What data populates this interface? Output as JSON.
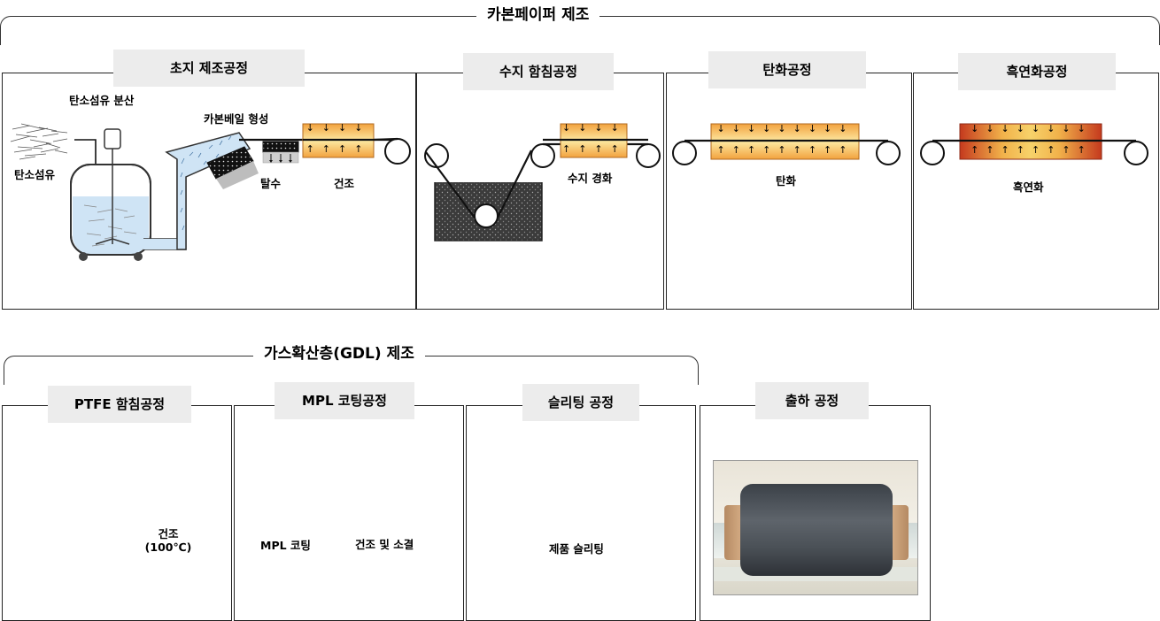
{
  "sections": {
    "carbon_paper": "카본페이퍼 제조",
    "gdl": "가스확산층(GDL) 제조"
  },
  "processes": {
    "papermaking": {
      "title": "초지 제조공정",
      "dispersion": "탄소섬유 분산",
      "fiber": "탄소섬유",
      "veil": "카본베일 형성",
      "dewater": "탈수",
      "dry": "건조"
    },
    "resin": {
      "title": "수지 함침공정",
      "cure": "수지 경화"
    },
    "carbonization": {
      "title": "탄화공정",
      "step": "탄화"
    },
    "graphitization": {
      "title": "흑연화공정",
      "step": "흑연화"
    },
    "ptfe": {
      "title": "PTFE 함침공정",
      "dry_line1": "건조",
      "dry_line2": "(100℃)"
    },
    "mpl": {
      "title": "MPL 코팅공정",
      "coating": "MPL 코팅",
      "dry_sinter": "건조 및 소결"
    },
    "slitting": {
      "title": "슬리팅 공정",
      "step": "제품 슬리팅"
    },
    "shipping": {
      "title": "출하 공정"
    }
  },
  "colors": {
    "heater_outer": "#f0a040",
    "heater_inner": "#fde7a0",
    "graph_outer": "#c83820",
    "graph_inner": "#f4d070",
    "liquid_blue": "#cfe4f5",
    "resin_bath": "#3a3a3a"
  }
}
